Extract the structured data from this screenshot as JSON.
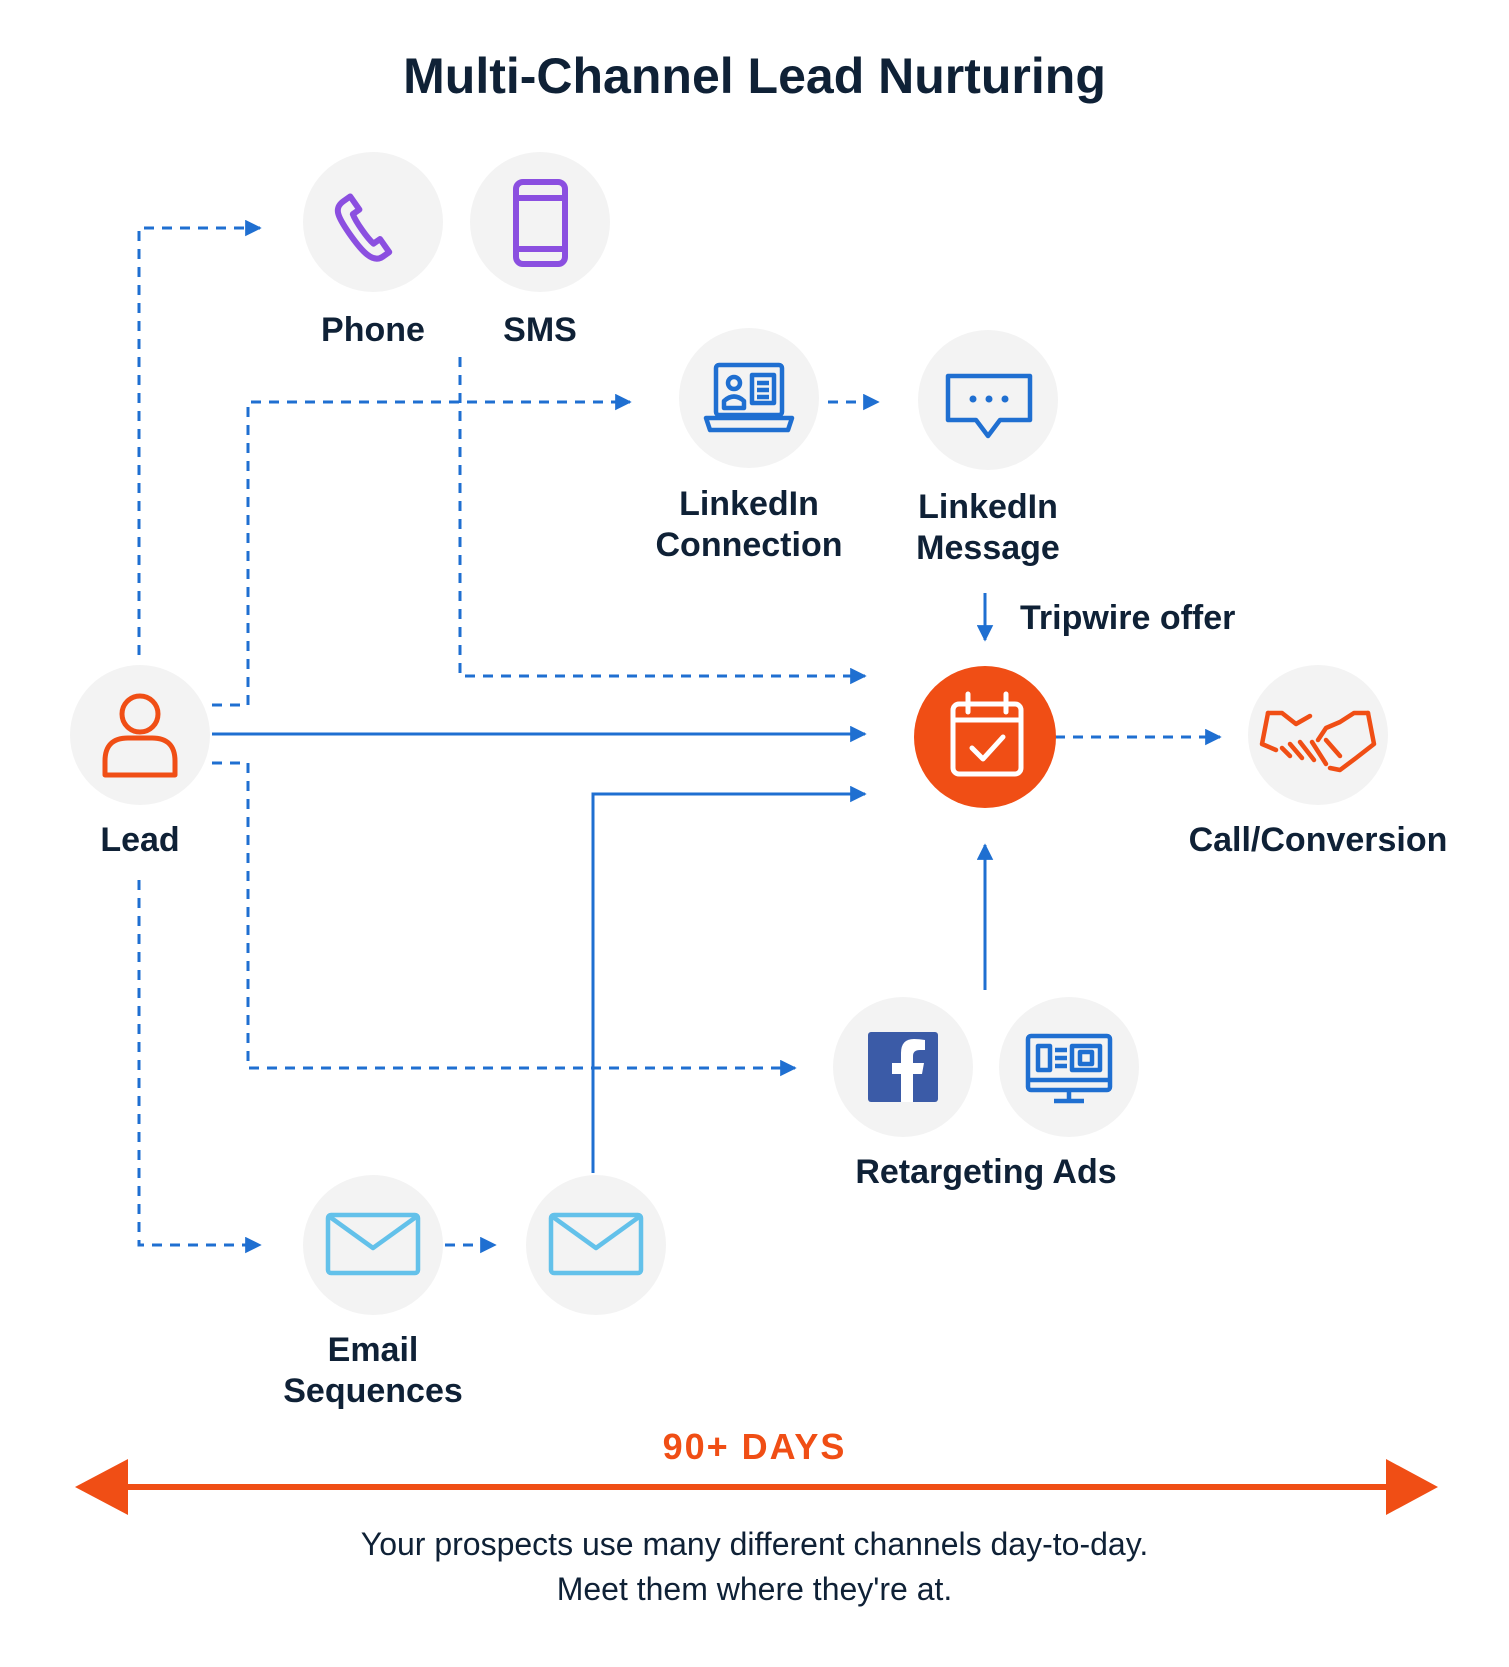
{
  "title": "Multi-Channel Lead Nurturing",
  "nodes": {
    "phone": {
      "label": "Phone",
      "icon": "phone-icon"
    },
    "sms": {
      "label": "SMS",
      "icon": "smartphone-icon"
    },
    "linkedin_connection": {
      "label_line1": "LinkedIn",
      "label_line2": "Connection",
      "icon": "linkedin-profile-laptop-icon"
    },
    "linkedin_message": {
      "label_line1": "LinkedIn",
      "label_line2": "Message",
      "icon": "chat-bubble-icon"
    },
    "tripwire": {
      "label": "Tripwire offer",
      "icon": "calendar-check-icon"
    },
    "lead": {
      "label": "Lead",
      "icon": "user-icon"
    },
    "conversion": {
      "label": "Call/Conversion",
      "icon": "handshake-icon"
    },
    "retargeting": {
      "label": "Retargeting Ads",
      "icons": [
        "facebook-icon",
        "ad-monitor-icon"
      ]
    },
    "email": {
      "label_line1": "Email",
      "label_line2": "Sequences",
      "icons": [
        "email-icon",
        "email-icon"
      ]
    }
  },
  "timeline": {
    "label": "90+ DAYS"
  },
  "footer": {
    "line1": "Your prospects use many different channels day-to-day.",
    "line2": "Meet them where they're at."
  },
  "colors": {
    "text": "#0f2136",
    "flow_arrow": "#1f6fd1",
    "accent_orange": "#f04e15",
    "circle_bg": "#f3f3f3",
    "phone_purple": "#8b4fe0",
    "linkedin_blue": "#1f6fd1",
    "email_light_blue": "#63c1ea",
    "facebook_blue": "#3b5ba7"
  }
}
